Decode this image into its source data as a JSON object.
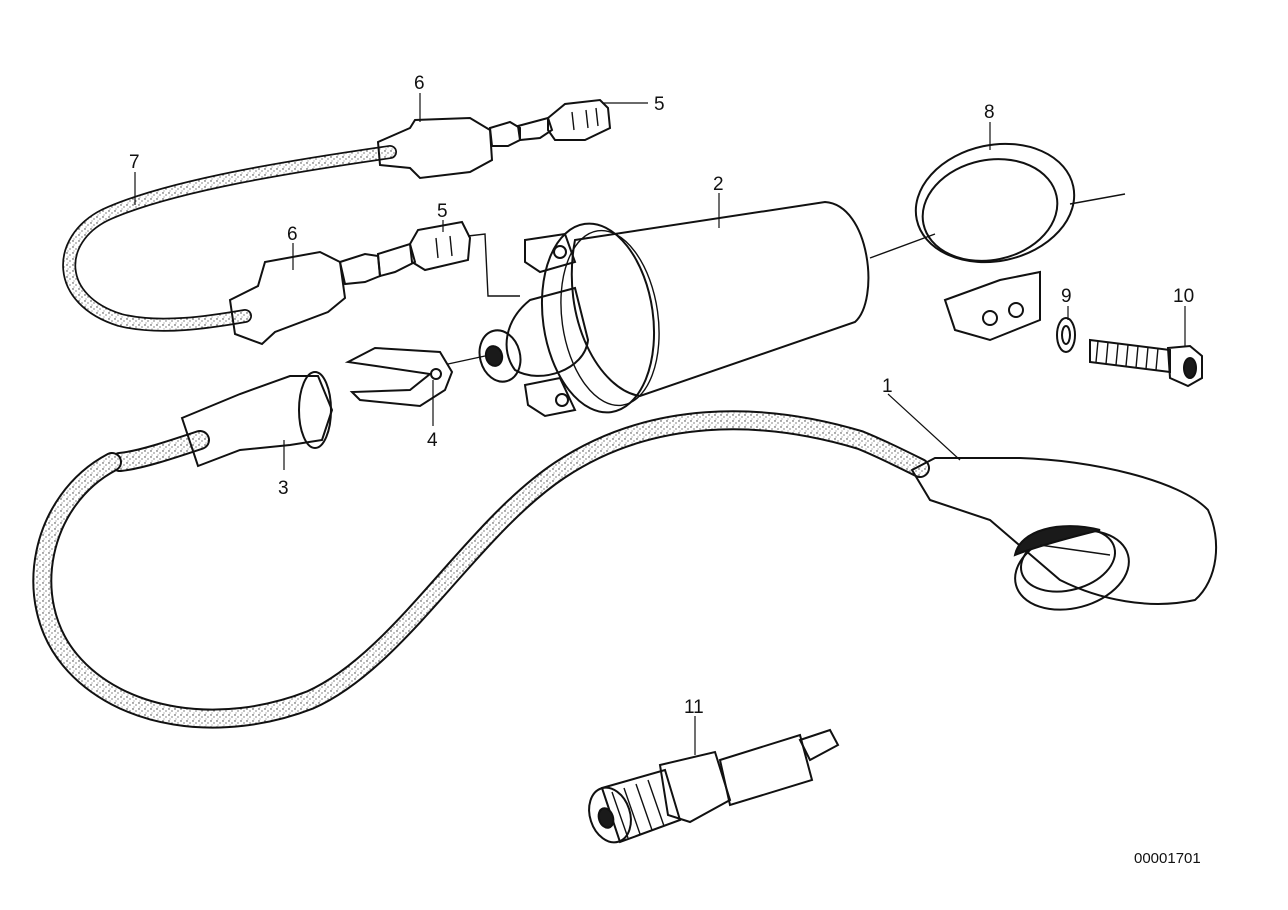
{
  "callouts": {
    "c1": "1",
    "c2": "2",
    "c3": "3",
    "c4": "4",
    "c5a": "5",
    "c5b": "5",
    "c6a": "6",
    "c6b": "6",
    "c7": "7",
    "c8": "8",
    "c9": "9",
    "c10": "10",
    "c11": "11"
  },
  "document_number": "00001701",
  "colors": {
    "ink": "#111111",
    "paper": "#ffffff"
  }
}
